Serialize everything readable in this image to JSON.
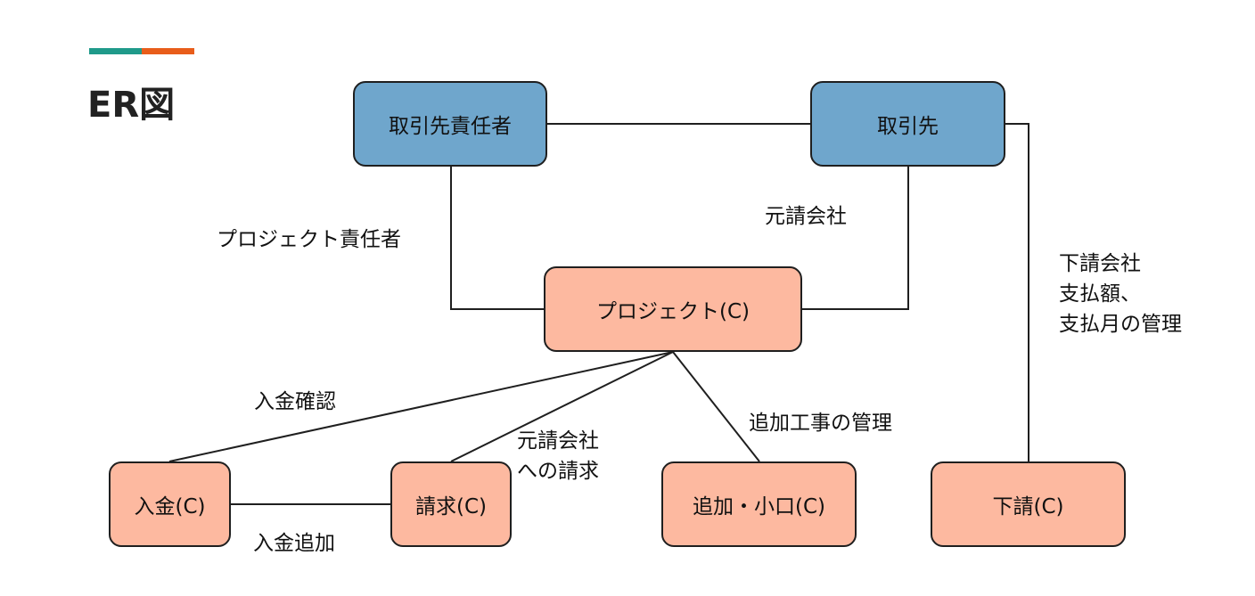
{
  "title": "ER図",
  "colors": {
    "accent_teal": "#1f9a8a",
    "accent_orange": "#e85d1a",
    "blue_node": "#6fa6cc",
    "salmon_node": "#fdb9a0",
    "line": "#1f1f1f"
  },
  "nodes": {
    "client_manager": "取引先責任者",
    "client": "取引先",
    "project": "プロジェクト(C)",
    "deposit": "入金(C)",
    "billing": "請求(C)",
    "addition": "追加・小口(C)",
    "subcontract": "下請(C)"
  },
  "edge_labels": {
    "project_manager": "プロジェクト責任者",
    "prime_contractor": "元請会社",
    "subcontractor_info": "下請会社\n支払額、\n支払月の管理",
    "deposit_confirm": "入金確認",
    "billing_to_prime": "元請会社\nへの請求",
    "additional_work": "追加工事の管理",
    "deposit_add": "入金追加"
  }
}
